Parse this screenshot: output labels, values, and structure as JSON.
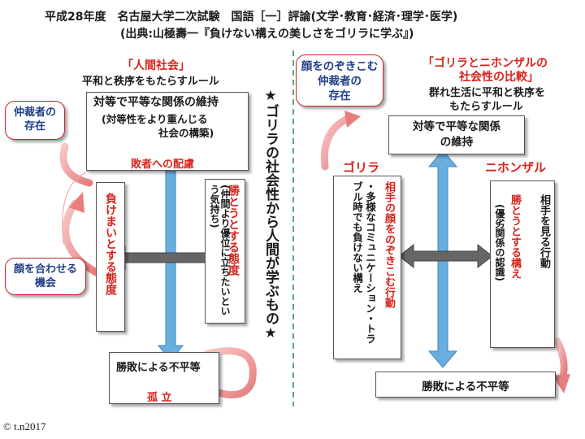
{
  "header": {
    "line1": "平成28年度　名古屋大学二次試験　国語［一］評論(文学･教育･経済･理学･医学)",
    "line2": "(出典:山極壽一『負けない構えの美しさをゴリラに学ぶ』)"
  },
  "left": {
    "title": "「人間社会」",
    "subtitle": "平和と秩序をもたらすルール",
    "top_box_line1": "対等で平等な関係の維持",
    "top_box_line2": "(対等性をより重んじる",
    "top_box_line3": "社会の構築)",
    "loser_memory": "敗者への配慮",
    "mediator_bubble": "仲裁者の\n存在",
    "face_bubble": "顔を合わせる\n機会",
    "left_vertical": "負けまいとする態度",
    "right_vertical_red": "勝とうとする態度",
    "right_vertical_sub": "(仲間より優位に立ちたいという気持ち)",
    "bottom_box": "勝敗による不平等",
    "isolation": "孤 立"
  },
  "center": {
    "vertical_title": "★ゴリラの社会性から人間が学ぶもの★"
  },
  "right": {
    "title_line1": "「ゴリラとニホンザルの",
    "title_line2": "社会性の比較」",
    "subtitle_line1": "群れ生活に平和と秩序を",
    "subtitle_line2": "もたらすルール",
    "peeking_bubble": "顔をのぞきこむ\n仲裁者の\n存在",
    "top_box": "対等で平等な関係\nの維持",
    "gorilla_label": "ゴリラ",
    "monkey_label": "ニホンザル",
    "gorilla_text": "・多様なコミュニケーション・トラブル時でも負けない構え",
    "gorilla_red": "相手の顔をのぞきこむ行動",
    "monkey_red": "勝とうとする構え",
    "monkey_text1": "相手を見る行動",
    "monkey_sub": "(優劣関係の認識)",
    "bottom_box": "勝敗による不平等"
  },
  "footer": {
    "copyright": "© t.n2017"
  },
  "colors": {
    "accent_red": "#d7241c",
    "bubble_text": "#1f3e86",
    "bar_blue": "#6aaede",
    "arrow_gray": "#666666"
  }
}
